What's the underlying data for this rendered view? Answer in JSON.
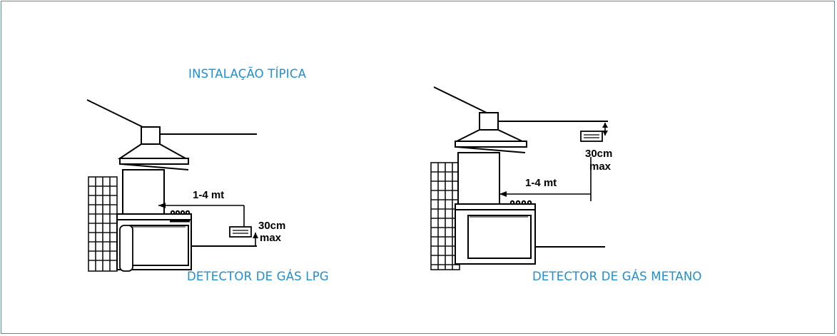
{
  "header": {
    "title": "INSTALAÇÃO TÍPICA"
  },
  "panels": [
    {
      "caption": "DETECTOR DE GÁS LPG",
      "distance_label": "1-4 mt",
      "height_label_1": "30cm",
      "height_label_2": "max"
    },
    {
      "caption": "DETECTOR DE GÁS METANO",
      "distance_label": "1-4 mt",
      "height_label_1": "30cm",
      "height_label_2": "max"
    }
  ],
  "colors": {
    "caption_blue": "#1e8fcf",
    "frame": "#4a8fc0",
    "ink": "#000000"
  }
}
